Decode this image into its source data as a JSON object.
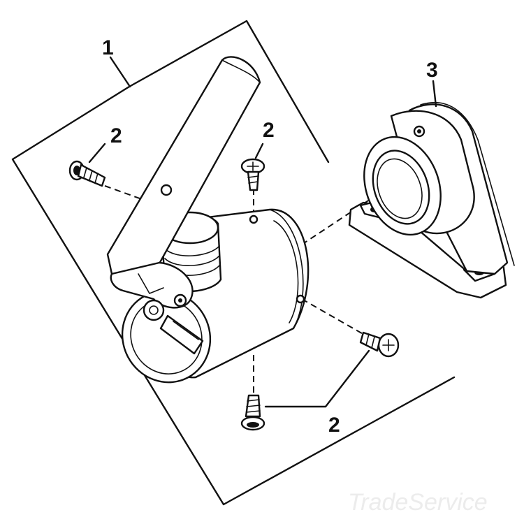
{
  "callouts": {
    "lamp_assembly": "1",
    "screw_top_left": "2",
    "screw_top_center": "2",
    "screws_bottom": "2",
    "mounting_bracket": "3"
  },
  "watermark": "TradeService",
  "colors": {
    "line": "#111111",
    "background": "#ffffff",
    "watermark": "#ececec"
  }
}
